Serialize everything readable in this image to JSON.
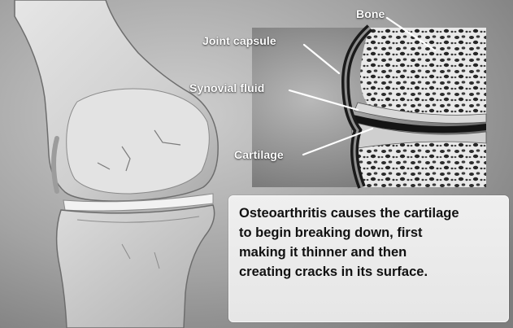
{
  "labels": {
    "bone": "Bone",
    "joint_capsule": "Joint capsule",
    "synovial_fluid": "Synovial fluid",
    "cartilage": "Cartilage"
  },
  "caption": "Osteoarthritis causes the cartilage\nto begin breaking down, first\nmaking it thinner and then\ncreating cracks in its surface.",
  "colors": {
    "background": "#a9a9a9",
    "caption_box": "#ebebeb",
    "label_text": "#ffffff",
    "caption_text": "#111111"
  }
}
